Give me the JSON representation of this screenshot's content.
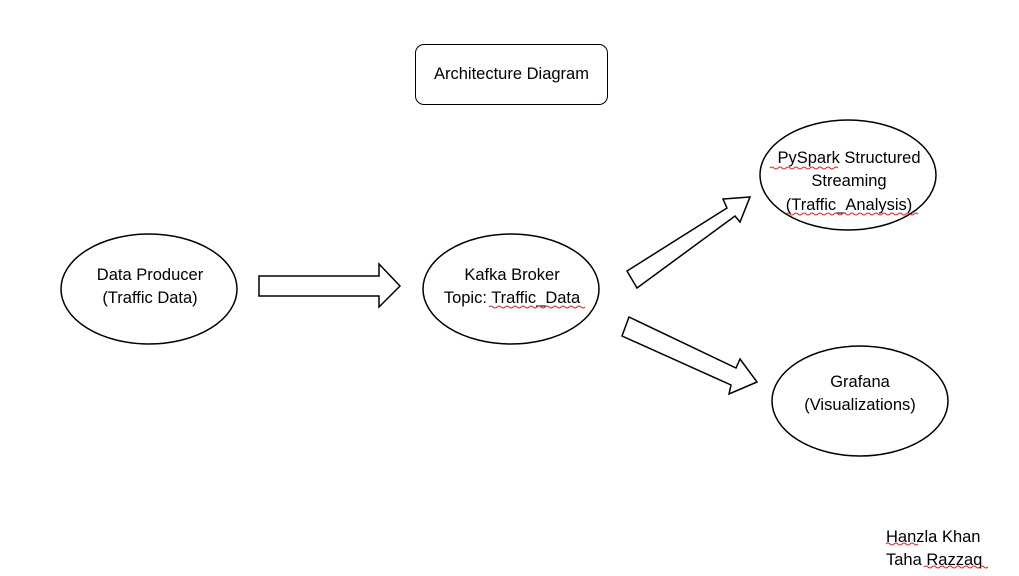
{
  "title": "Architecture Diagram",
  "nodes": {
    "producer": {
      "line1": "Data Producer",
      "line2": "(Traffic Data)"
    },
    "kafka": {
      "line1": "Kafka Broker",
      "line2": "Topic: Traffic_Data"
    },
    "spark": {
      "line1": "PySpark Structured",
      "line2": "Streaming",
      "line3": "(Traffic_Analysis)"
    },
    "grafana": {
      "line1": "Grafana",
      "line2": "(Visualizations)"
    }
  },
  "authors": [
    "Hanzla Khan",
    "Taha Razzaq"
  ],
  "colors": {
    "stroke": "#000000",
    "spellcheck": "#e02020",
    "background": "#ffffff"
  }
}
